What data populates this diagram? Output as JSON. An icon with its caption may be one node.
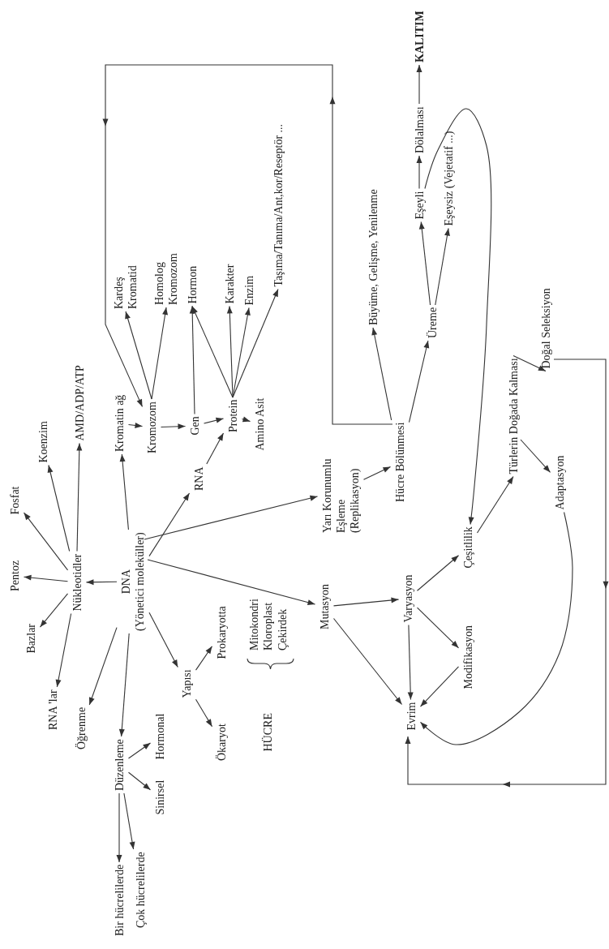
{
  "diagram": {
    "nodes": [
      {
        "text": [
          "DNA",
          "(Yönetici moleküller)"
        ]
      },
      {
        "text": [
          "Nükleotidler"
        ]
      },
      {
        "text": [
          "Pentoz"
        ]
      },
      {
        "text": [
          "Fosfat"
        ]
      },
      {
        "text": [
          "Koenzim"
        ]
      },
      {
        "text": [
          "AMD/ADP/ATP"
        ]
      },
      {
        "text": [
          "Bazlar"
        ]
      },
      {
        "text": [
          "RNA 'lar"
        ]
      },
      {
        "text": [
          "Öğrenme"
        ]
      },
      {
        "text": [
          "Düzenleme"
        ]
      },
      {
        "text": [
          "Hormonal"
        ]
      },
      {
        "text": [
          "Sinirsel"
        ]
      },
      {
        "text": [
          "Bir hücrelilerde"
        ]
      },
      {
        "text": [
          "Çok hücrelilerde"
        ]
      },
      {
        "text": [
          "Yapısı"
        ]
      },
      {
        "text": [
          "Prokaryotta"
        ]
      },
      {
        "text": [
          "Ökaryot"
        ]
      },
      {
        "text": [
          "Kromatin ağ"
        ]
      },
      {
        "text": [
          "Kromozom"
        ]
      },
      {
        "text": [
          "Gen"
        ]
      },
      {
        "text": [
          "Protein"
        ]
      },
      {
        "text": [
          "Amino Asit"
        ]
      },
      {
        "text": [
          "RNA"
        ]
      },
      {
        "text": [
          "Kardeş Kromatid"
        ]
      },
      {
        "text": [
          "Homolog Kromozom"
        ]
      },
      {
        "text": [
          "Hormon"
        ]
      },
      {
        "text": [
          "Karakter"
        ]
      },
      {
        "text": [
          "Enzim"
        ]
      },
      {
        "text": [
          "Taşıma/Tanıma/Ant,kor/Reseptör ..."
        ]
      },
      {
        "text": [
          "Yarı Korunumlu Eşleme (Replikasyon)"
        ]
      },
      {
        "text": [
          "Hücre Bölünmesi"
        ]
      },
      {
        "text": [
          "Büyüme, Gelişme, Yenilenme"
        ]
      },
      {
        "text": [
          "Üreme"
        ]
      },
      {
        "text": [
          "Eşeyli"
        ]
      },
      {
        "text": [
          "Eşeysiz (Vejetatif ...)"
        ]
      },
      {
        "text": [
          "Dölalması"
        ]
      },
      {
        "text": [
          "KALITIM"
        ]
      },
      {
        "text": [
          "Mutasyon"
        ]
      },
      {
        "text": [
          "Varyasyon"
        ]
      },
      {
        "text": [
          "Evrim"
        ]
      },
      {
        "text": [
          "Modifikasyon"
        ]
      },
      {
        "text": [
          "Çeşitlilik"
        ]
      },
      {
        "text": [
          "Türlerin Doğada Kalması"
        ]
      },
      {
        "text": [
          "Doğal Seleksiyon"
        ]
      },
      {
        "text": [
          "Adaptasyon"
        ]
      }
    ],
    "edges": [
      {
        "from": 0,
        "to": 1,
        "arrow": "to"
      },
      {
        "from": 1,
        "to": 2,
        "arrow": "to"
      },
      {
        "from": 1,
        "to": 3,
        "arrow": "to"
      },
      {
        "from": 1,
        "to": 4,
        "arrow": "to"
      },
      {
        "from": 1,
        "to": 5,
        "arrow": "to"
      },
      {
        "from": 1,
        "to": 6,
        "arrow": "to"
      },
      {
        "from": 1,
        "to": 7,
        "arrow": "to"
      },
      {
        "from": 0,
        "to": 8,
        "arrow": "to"
      },
      {
        "from": 0,
        "to": 9,
        "arrow": "to"
      },
      {
        "from": 0,
        "to": 14,
        "arrow": "to"
      },
      {
        "from": 0,
        "to": 17,
        "arrow": "to"
      },
      {
        "from": 0,
        "to": 22,
        "arrow": "to"
      },
      {
        "from": 0,
        "to": 29,
        "arrow": "to"
      },
      {
        "from": 0,
        "to": 37,
        "arrow": "to"
      },
      {
        "from": 14,
        "to": 15,
        "arrow": "to"
      },
      {
        "from": 14,
        "to": 16,
        "arrow": "to"
      },
      {
        "from": 9,
        "to": 10,
        "arrow": "to"
      },
      {
        "from": 9,
        "to": 11,
        "arrow": "to"
      },
      {
        "from": 9,
        "to": 13,
        "arrow": "to"
      },
      {
        "from": 9,
        "to": 12,
        "arrow": "to"
      },
      {
        "from": 17,
        "to": 18,
        "arrow": "to"
      },
      {
        "from": 18,
        "to": 19,
        "arrow": "to"
      },
      {
        "from": 19,
        "to": 20,
        "arrow": "to"
      },
      {
        "from": 20,
        "to": 21,
        "arrow": "to"
      },
      {
        "from": 22,
        "to": 20,
        "arrow": "to"
      },
      {
        "from": 18,
        "to": 23,
        "arrow": "to"
      },
      {
        "from": 18,
        "to": 24,
        "arrow": "to"
      },
      {
        "from": 19,
        "to": 25,
        "arrow": "to"
      },
      {
        "from": 20,
        "to": 25,
        "arrow": "to"
      },
      {
        "from": 20,
        "to": 26,
        "arrow": "to"
      },
      {
        "from": 20,
        "to": 27,
        "arrow": "to"
      },
      {
        "from": 20,
        "to": 28,
        "arrow": "to"
      },
      {
        "from": 30,
        "to": 18,
        "arrow": "to"
      },
      {
        "from": 29,
        "to": 30,
        "arrow": "to"
      },
      {
        "from": 30,
        "to": 31,
        "arrow": "to"
      },
      {
        "from": 30,
        "to": 32,
        "arrow": "to"
      },
      {
        "from": 32,
        "to": 33,
        "arrow": "to"
      },
      {
        "from": 32,
        "to": 34,
        "arrow": "to"
      },
      {
        "from": 33,
        "to": 35,
        "arrow": "to"
      },
      {
        "from": 35,
        "to": 36,
        "arrow": "to"
      },
      {
        "from": 33,
        "to": 41,
        "arrow": "to"
      },
      {
        "from": 37,
        "to": 38,
        "arrow": "to"
      },
      {
        "from": 37,
        "to": 39,
        "arrow": "to"
      },
      {
        "from": 38,
        "to": 39,
        "arrow": "to"
      },
      {
        "from": 38,
        "to": 41,
        "arrow": "to"
      },
      {
        "from": 38,
        "to": 40,
        "arrow": "to"
      },
      {
        "from": 40,
        "to": 39,
        "arrow": "to"
      },
      {
        "from": 41,
        "to": 42,
        "arrow": "to"
      },
      {
        "from": 42,
        "to": 43,
        "arrow": "to"
      },
      {
        "from": 42,
        "to": 44,
        "arrow": "to"
      },
      {
        "from": 44,
        "to": 39,
        "arrow": "to"
      },
      {
        "from": 43,
        "to": 39,
        "arrow": "to"
      }
    ],
    "labels": [
      "HÜCRE",
      "Mitokondri",
      "Kloroplast",
      "Çekirdek"
    ]
  }
}
